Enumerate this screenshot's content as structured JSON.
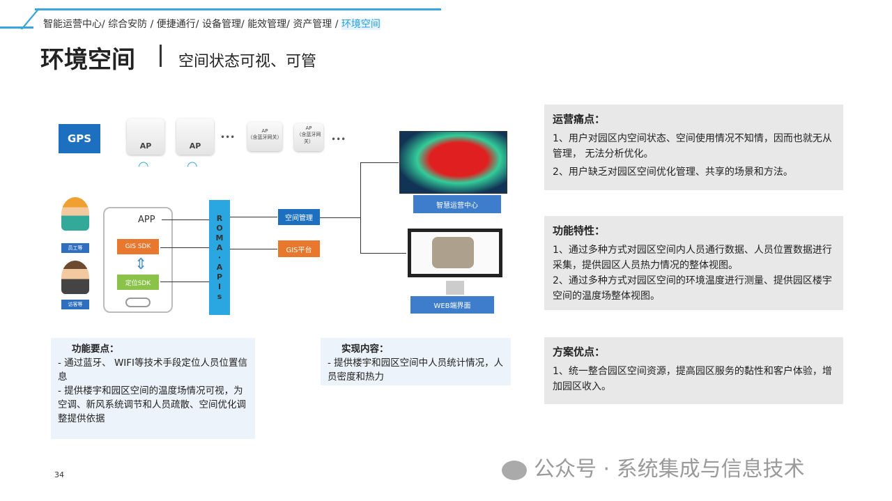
{
  "breadcrumb": {
    "items": [
      "智能运营中心/ ",
      "综合安防 / ",
      "便捷通行/ ",
      "设备管理/ ",
      "能效管理/ ",
      "资产管理 / "
    ],
    "current": "环境空间"
  },
  "header": {
    "title": "环境空间",
    "subtitle": "空间状态可视、可管"
  },
  "diagram": {
    "gps": "GPS",
    "ap1": "AP",
    "ap2": "AP",
    "ap3": "AP",
    "ap3_sub": "（含蓝牙网关）",
    "ap4": "AP",
    "ap4_sub": "（含蓝牙网关）",
    "ellipsis": "•••",
    "person1": "员工等",
    "person2": "访客等",
    "app": "APP",
    "gis_sdk": "GIS SDK",
    "loc_sdk": "定位SDK",
    "roma": [
      "R",
      "O",
      "M",
      "A",
      "·",
      "A",
      "P",
      "I",
      "s"
    ],
    "space_mgmt": "空间管理",
    "gis_platform": "GIS平台",
    "ops_center": "智慧运营中心",
    "web": "WEB端界面",
    "colors": {
      "blue": "#1d6fc0",
      "orange": "#e8782d",
      "green": "#8bc34a",
      "cyan": "#2aa7e0"
    }
  },
  "notes": [
    {
      "title": "功能要点：",
      "items": [
        "-  通过蓝牙、 WIFI等技术手段定位人员位置信息",
        "-  提供楼宇和园区空间的温度场情况可视，为空调、新风系统调节和人员疏散、空间优化调整提供依据"
      ]
    },
    {
      "title": "实现内容：",
      "items": [
        "-  提供楼宇和园区空间中人员统计情况，人员密度和热力"
      ]
    }
  ],
  "panels": [
    {
      "title": "运营痛点：",
      "items": [
        "1、用户对园区内空间状态、空间使用情况不知情，因而也就无从管理， 无法分析优化。",
        "2、用户缺乏对园区空间优化管理、共享的场景和方法。"
      ]
    },
    {
      "title": "功能特性：",
      "items": [
        "1、通过多种方式对园区空间内人员通行数据、人员位置数据进行采集，提供园区人员热力情况的整体视图。",
        "2、通过多种方式对园区空间的环境温度进行测量、提供园区楼宇空间的温度场整体视图。"
      ]
    },
    {
      "title": "方案优点：",
      "items": [
        "1、统一整合园区空间资源，提高园区服务的黏性和客户体验，增加园区收入。"
      ]
    }
  ],
  "page_number": "34",
  "watermark": "公众号 · 系统集成与信息技术"
}
